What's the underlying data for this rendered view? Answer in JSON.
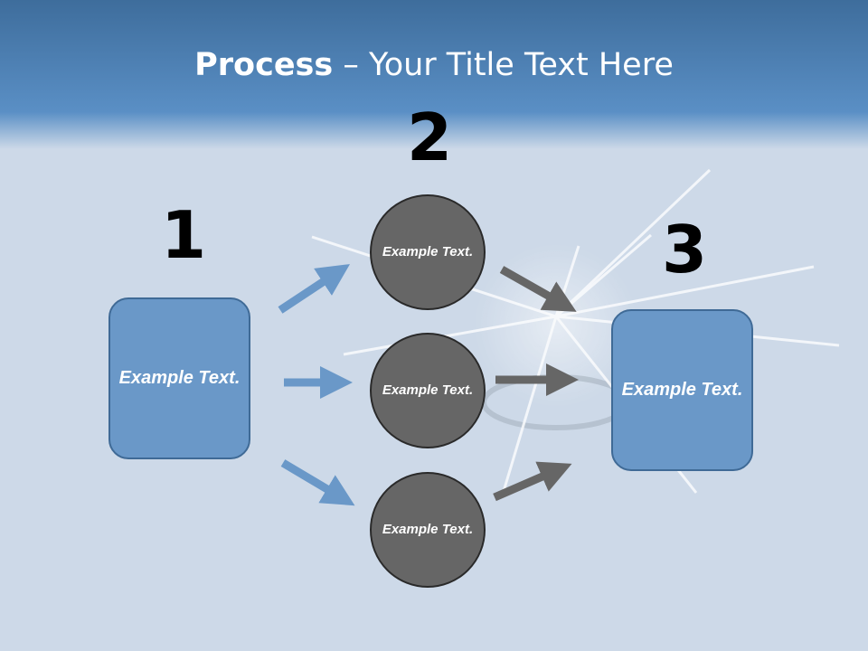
{
  "title": {
    "bold": "Process",
    "rest": " – Your Title Text Here"
  },
  "steps": [
    {
      "number": "1",
      "label": "Example Text."
    },
    {
      "number": "2",
      "labels": [
        "Example Text.",
        "Example Text.",
        "Example Text."
      ]
    },
    {
      "number": "3",
      "label": "Example Text."
    }
  ],
  "colors": {
    "box": "#6a98c8",
    "circle": "#666666",
    "blue_arrow": "#6a98c8",
    "gray_arrow": "#666666",
    "header": "#4a80bb"
  }
}
